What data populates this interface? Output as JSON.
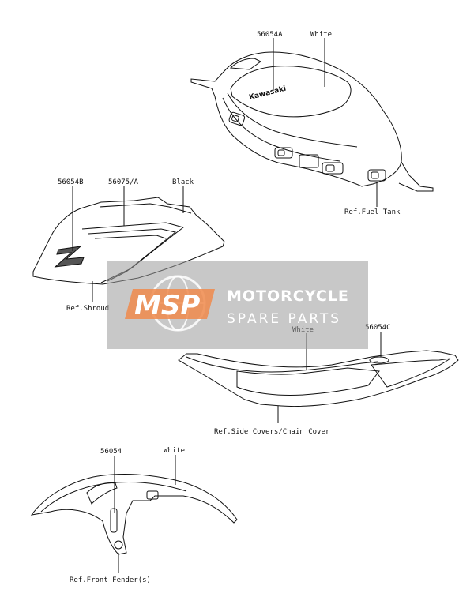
{
  "groups": {
    "fuel_tank": {
      "part_1": "56054A",
      "color": "White",
      "ref": "Ref.Fuel Tank",
      "tank_logo": "Kawasaki"
    },
    "shroud": {
      "part_1": "56054B",
      "part_2": "56075/A",
      "color": "Black",
      "ref": "Ref.Shroud"
    },
    "side_covers": {
      "color": "White",
      "part_1": "56054C",
      "ref": "Ref.Side Covers/Chain Cover"
    },
    "front_fender": {
      "part_1": "56054",
      "color": "White",
      "ref": "Ref.Front Fender(s)"
    }
  },
  "watermark": {
    "badge": "MSP",
    "title": "MOTORCYCLE",
    "subtitle": "SPARE PARTS",
    "badge_color": "#f08a4b",
    "overlay_color": "#9a9a9a"
  }
}
